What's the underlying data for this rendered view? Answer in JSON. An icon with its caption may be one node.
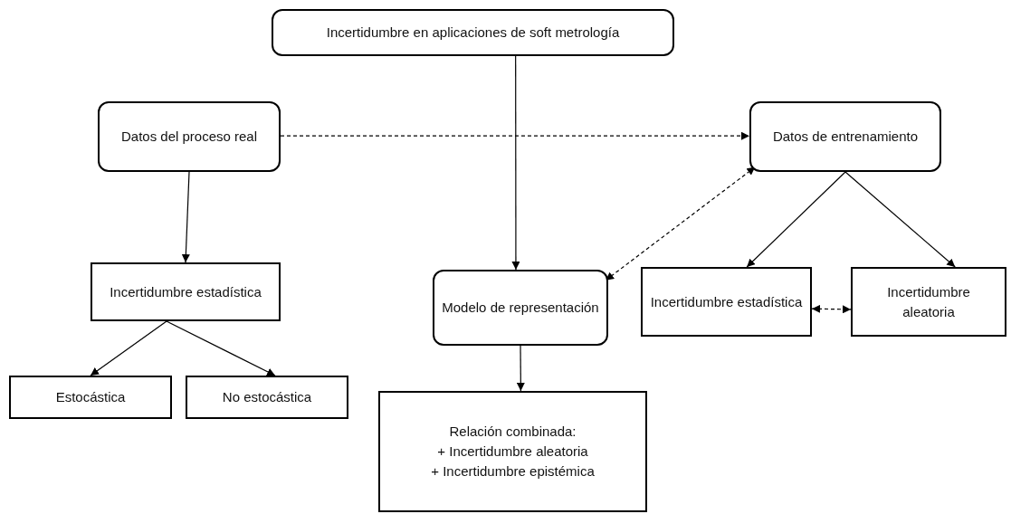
{
  "diagram": {
    "nodes": [
      {
        "text": [
          "Incertidumbre en aplicaciones de soft metrología"
        ]
      },
      {
        "text": [
          "Datos del proceso real"
        ]
      },
      {
        "text": [
          "Datos de entrenamiento"
        ]
      },
      {
        "text": [
          "Incertidumbre estadística"
        ]
      },
      {
        "text": [
          "Modelo de representación"
        ]
      },
      {
        "text": [
          "Incertidumbre estadística"
        ]
      },
      {
        "text": [
          "Incertidumbre aleatoria"
        ]
      },
      {
        "text": [
          "Estocástica"
        ]
      },
      {
        "text": [
          "No estocástica"
        ]
      },
      {
        "text": [
          "Relación combinada:",
          "+ Incertidumbre aleatoria",
          "+ Incertidumbre epistémica"
        ]
      }
    ],
    "edges": [
      {
        "from": 0,
        "to": 4,
        "arrow": "to"
      },
      {
        "from": 1,
        "to": 2,
        "arrow": "to",
        "style": "dashed"
      },
      {
        "from": 1,
        "to": 3,
        "arrow": "to"
      },
      {
        "from": 2,
        "to": 4,
        "arrow": "both",
        "style": "dashed"
      },
      {
        "from": 2,
        "to": 5,
        "arrow": "to"
      },
      {
        "from": 2,
        "to": 6,
        "arrow": "to"
      },
      {
        "from": 5,
        "to": 6,
        "arrow": "both",
        "style": "dashed"
      },
      {
        "from": 3,
        "to": 7,
        "arrow": "to"
      },
      {
        "from": 3,
        "to": 8,
        "arrow": "to"
      },
      {
        "from": 4,
        "to": 9,
        "arrow": "to"
      }
    ]
  }
}
